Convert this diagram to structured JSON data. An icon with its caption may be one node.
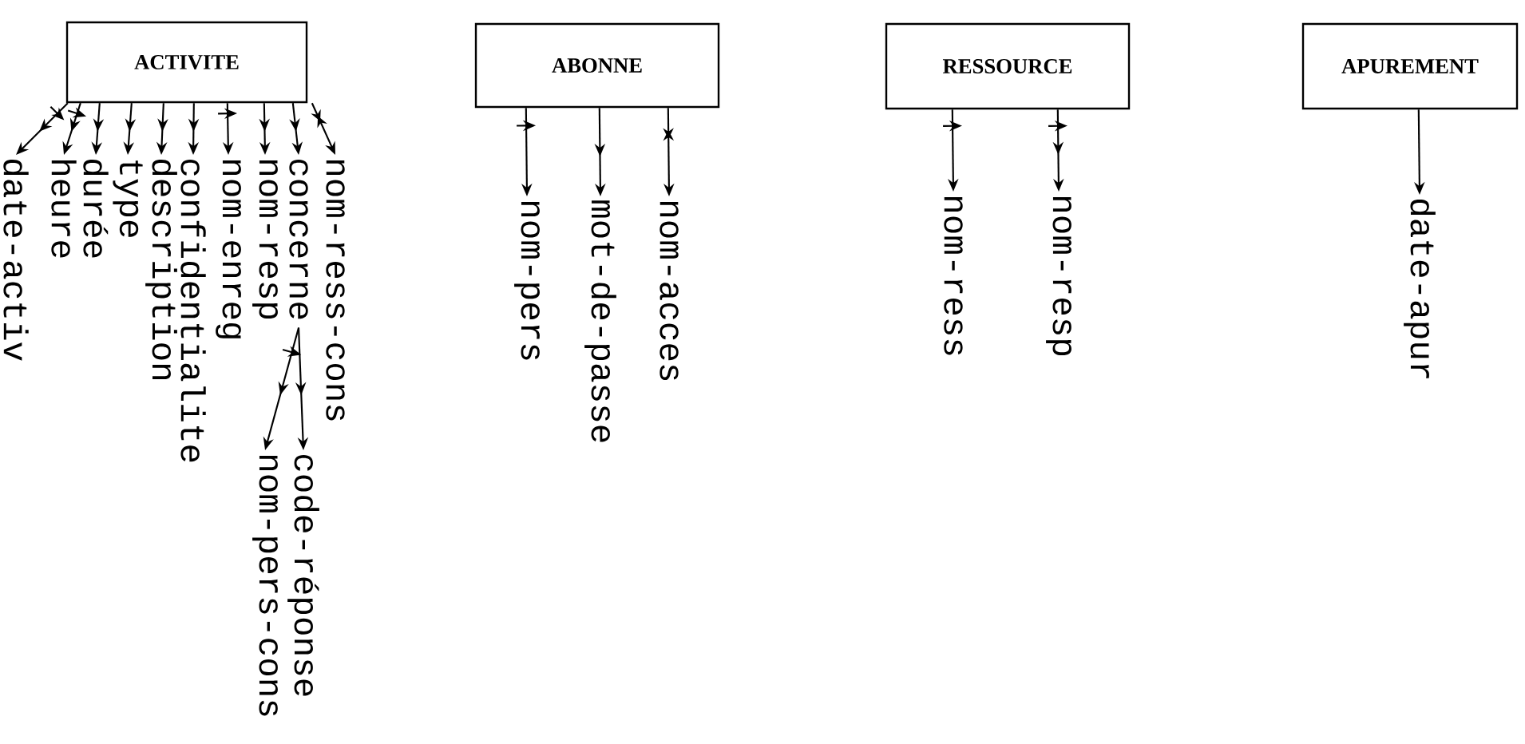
{
  "diagram": {
    "nodes": [
      {
        "text": [
          "ACTIVITE"
        ]
      },
      {
        "text": [
          "date-activ"
        ]
      },
      {
        "text": [
          "heure"
        ]
      },
      {
        "text": [
          "durée"
        ]
      },
      {
        "text": [
          "type"
        ]
      },
      {
        "text": [
          "description"
        ]
      },
      {
        "text": [
          "confidentialite"
        ]
      },
      {
        "text": [
          "nom-enreg"
        ]
      },
      {
        "text": [
          "nom-resp"
        ]
      },
      {
        "text": [
          "concerne"
        ]
      },
      {
        "text": [
          "nom-ress-cons"
        ]
      },
      {
        "text": [
          "nom-pers-cons"
        ]
      },
      {
        "text": [
          "code-réponse"
        ]
      },
      {
        "text": [
          "ABONNE"
        ]
      },
      {
        "text": [
          "nom-pers"
        ]
      },
      {
        "text": [
          "mot-de-passe"
        ]
      },
      {
        "text": [
          "nom-acces"
        ]
      },
      {
        "text": [
          "RESSOURCE"
        ]
      },
      {
        "text": [
          "nom-ress"
        ]
      },
      {
        "text": [
          "nom-resp"
        ]
      },
      {
        "text": [
          "APUREMENT"
        ]
      },
      {
        "text": [
          "date-apur"
        ]
      }
    ],
    "edges": [
      {
        "from": 0,
        "to": 1,
        "arrow": "to"
      },
      {
        "from": 0,
        "to": 2,
        "arrow": "to"
      },
      {
        "from": 0,
        "to": 3,
        "arrow": "to"
      },
      {
        "from": 0,
        "to": 4,
        "arrow": "to"
      },
      {
        "from": 0,
        "to": 5,
        "arrow": "to"
      },
      {
        "from": 0,
        "to": 6,
        "arrow": "to"
      },
      {
        "from": 0,
        "to": 7,
        "arrow": "to"
      },
      {
        "from": 0,
        "to": 8,
        "arrow": "to"
      },
      {
        "from": 0,
        "to": 9,
        "arrow": "to"
      },
      {
        "from": 0,
        "to": 10,
        "arrow": "to"
      },
      {
        "from": 9,
        "to": 11,
        "arrow": "to"
      },
      {
        "from": 9,
        "to": 12,
        "arrow": "to"
      },
      {
        "from": 13,
        "to": 14,
        "arrow": "to"
      },
      {
        "from": 13,
        "to": 15,
        "arrow": "to"
      },
      {
        "from": 13,
        "to": 16,
        "arrow": "to"
      },
      {
        "from": 17,
        "to": 18,
        "arrow": "to"
      },
      {
        "from": 17,
        "to": 19,
        "arrow": "to"
      },
      {
        "from": 20,
        "to": 21,
        "arrow": "to"
      }
    ]
  }
}
